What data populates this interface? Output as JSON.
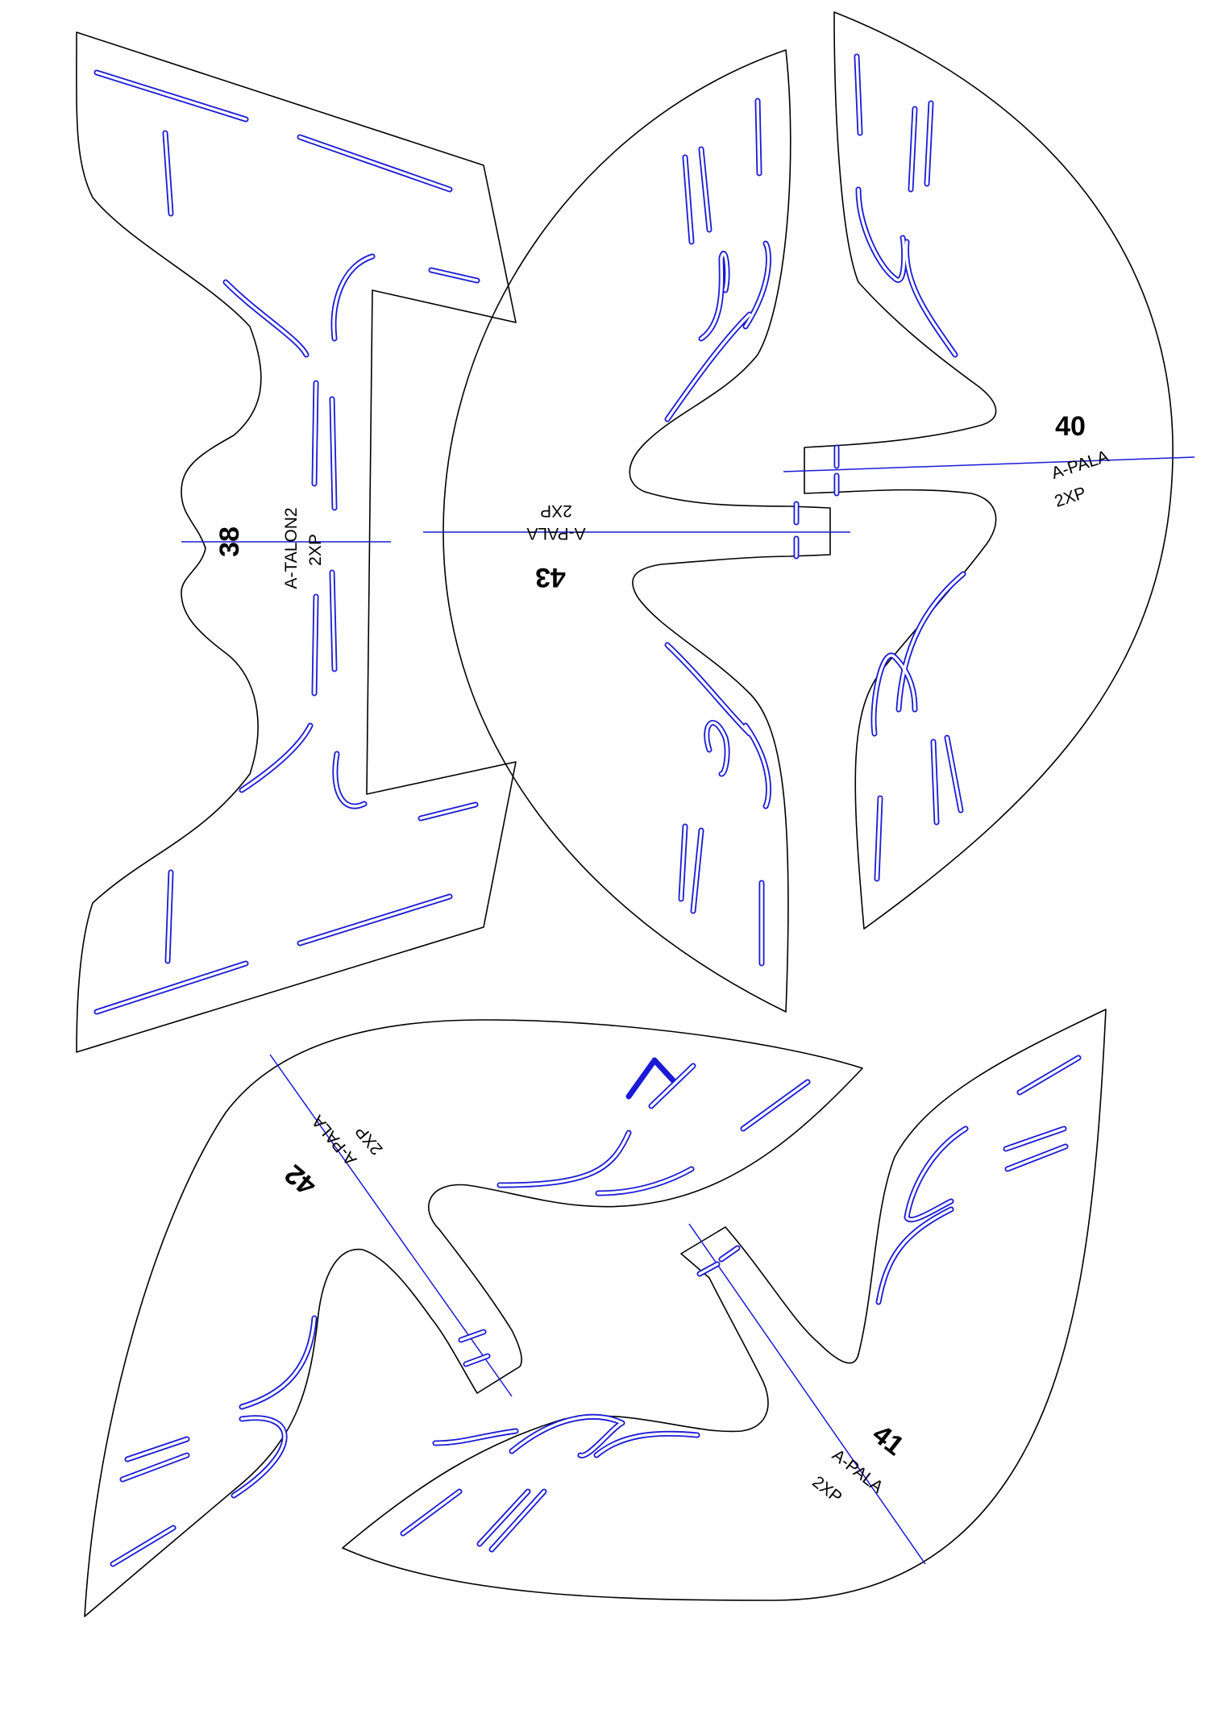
{
  "sheet": {
    "colors": {
      "outline": "#000000",
      "seam_lines": "#1a1ad6",
      "background": "#ffffff"
    },
    "pieces": [
      {
        "id": "p38",
        "number": "38",
        "name": "A-TALON2",
        "qty": "2XP"
      },
      {
        "id": "p43",
        "number": "43",
        "name": "A-PALA",
        "qty": "2XP"
      },
      {
        "id": "p40",
        "number": "40",
        "name": "A-PALA",
        "qty": "2XP"
      },
      {
        "id": "p42",
        "number": "42",
        "name": "A-PALA",
        "qty": "2XP"
      },
      {
        "id": "p41",
        "number": "41",
        "name": "A-PALA",
        "qty": "2XP"
      }
    ]
  }
}
